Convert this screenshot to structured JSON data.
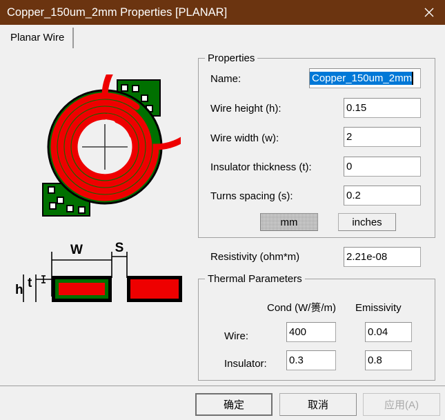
{
  "window": {
    "title": "Copper_150um_2mm Properties [PLANAR]",
    "close_icon": "close-icon",
    "titlebar_color": "#6b3410"
  },
  "tabs": [
    {
      "label": "Planar Wire",
      "selected": true
    }
  ],
  "properties": {
    "legend": "Properties",
    "name_label": "Name:",
    "name_value": "Copper_150um_2mm",
    "name_selected": true,
    "wire_height_label": "Wire height (h):",
    "wire_height_value": "0.15",
    "wire_width_label": "Wire width (w):",
    "wire_width_value": "2",
    "insulator_thickness_label": "Insulator thickness (t):",
    "insulator_thickness_value": "0",
    "turns_spacing_label": "Turns spacing (s):",
    "turns_spacing_value": "0.2",
    "units_mm_label": "mm",
    "units_inches_label": "inches",
    "units_selected": "mm"
  },
  "resistivity": {
    "label": "Resistivity (ohm*m)",
    "value": "2.21e-08"
  },
  "thermal": {
    "legend": "Thermal Parameters",
    "col_cond_label": "Cond (W/篑/m)",
    "col_emissivity_label": "Emissivity",
    "row_wire_label": "Wire:",
    "row_insulator_label": "Insulator:",
    "wire_cond_value": "400",
    "wire_emissivity_value": "0.04",
    "insulator_cond_value": "0.3",
    "insulator_emissivity_value": "0.8"
  },
  "diagram": {
    "coil_name": "planar-spiral-coil-preview",
    "cross_section_name": "wire-cross-section-diagram",
    "dim_w": "W",
    "dim_s": "S",
    "dim_h": "h",
    "dim_t": "t",
    "colors": {
      "trace": "#ee0000",
      "substrate": "#007000",
      "outline": "#000000",
      "via": "#ffffff"
    }
  },
  "footer": {
    "ok_label": "确定",
    "cancel_label": "取消",
    "apply_label": "应用(A)",
    "apply_disabled": true
  }
}
